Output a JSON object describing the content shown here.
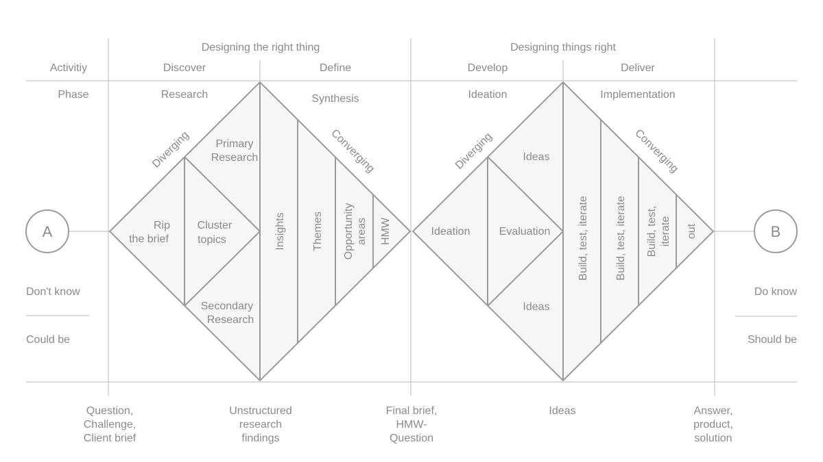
{
  "header": {
    "group_left": "Designing the right thing",
    "group_right": "Designing things right",
    "activity_label": "Activitiy",
    "phase_label": "Phase",
    "activities": [
      "Discover",
      "Define",
      "Develop",
      "Deliver"
    ],
    "phases": [
      "Research",
      "Synthesis",
      "Ideation",
      "Implementation"
    ]
  },
  "start": {
    "letter": "A",
    "top": "Don't know",
    "bottom": "Could be"
  },
  "end": {
    "letter": "B",
    "top": "Do know",
    "bottom": "Should be"
  },
  "diamond1": {
    "diverging": "Diverging",
    "converging": "Converging",
    "primary": [
      "Primary",
      "Research"
    ],
    "secondary": [
      "Secondary",
      "Research"
    ],
    "rip": [
      "Rip",
      "the brief"
    ],
    "cluster": [
      "Cluster",
      "topics"
    ],
    "insights": "Insights",
    "themes": "Themes",
    "opportunity": [
      "Opportunity",
      "areas"
    ],
    "hmw": "HMW"
  },
  "diamond2": {
    "diverging": "Diverging",
    "converging": "Converging",
    "ideas_top": "Ideas",
    "ideas_bottom": "Ideas",
    "ideation": "Ideation",
    "evaluation": "Evaluation",
    "build1": "Build, test, iterate",
    "build2": "Build, test, iterate",
    "build3": [
      "Build, test,",
      "iterate"
    ],
    "out": "out"
  },
  "outputs": {
    "start": [
      "Question,",
      "Challenge,",
      "Client brief"
    ],
    "after_discover": [
      "Unstructured",
      "research",
      "findings"
    ],
    "after_define": [
      "Final brief,",
      "HMW-",
      "Question"
    ],
    "after_develop": [
      "Ideas"
    ],
    "end": [
      "Answer,",
      "product,",
      "solution"
    ]
  }
}
